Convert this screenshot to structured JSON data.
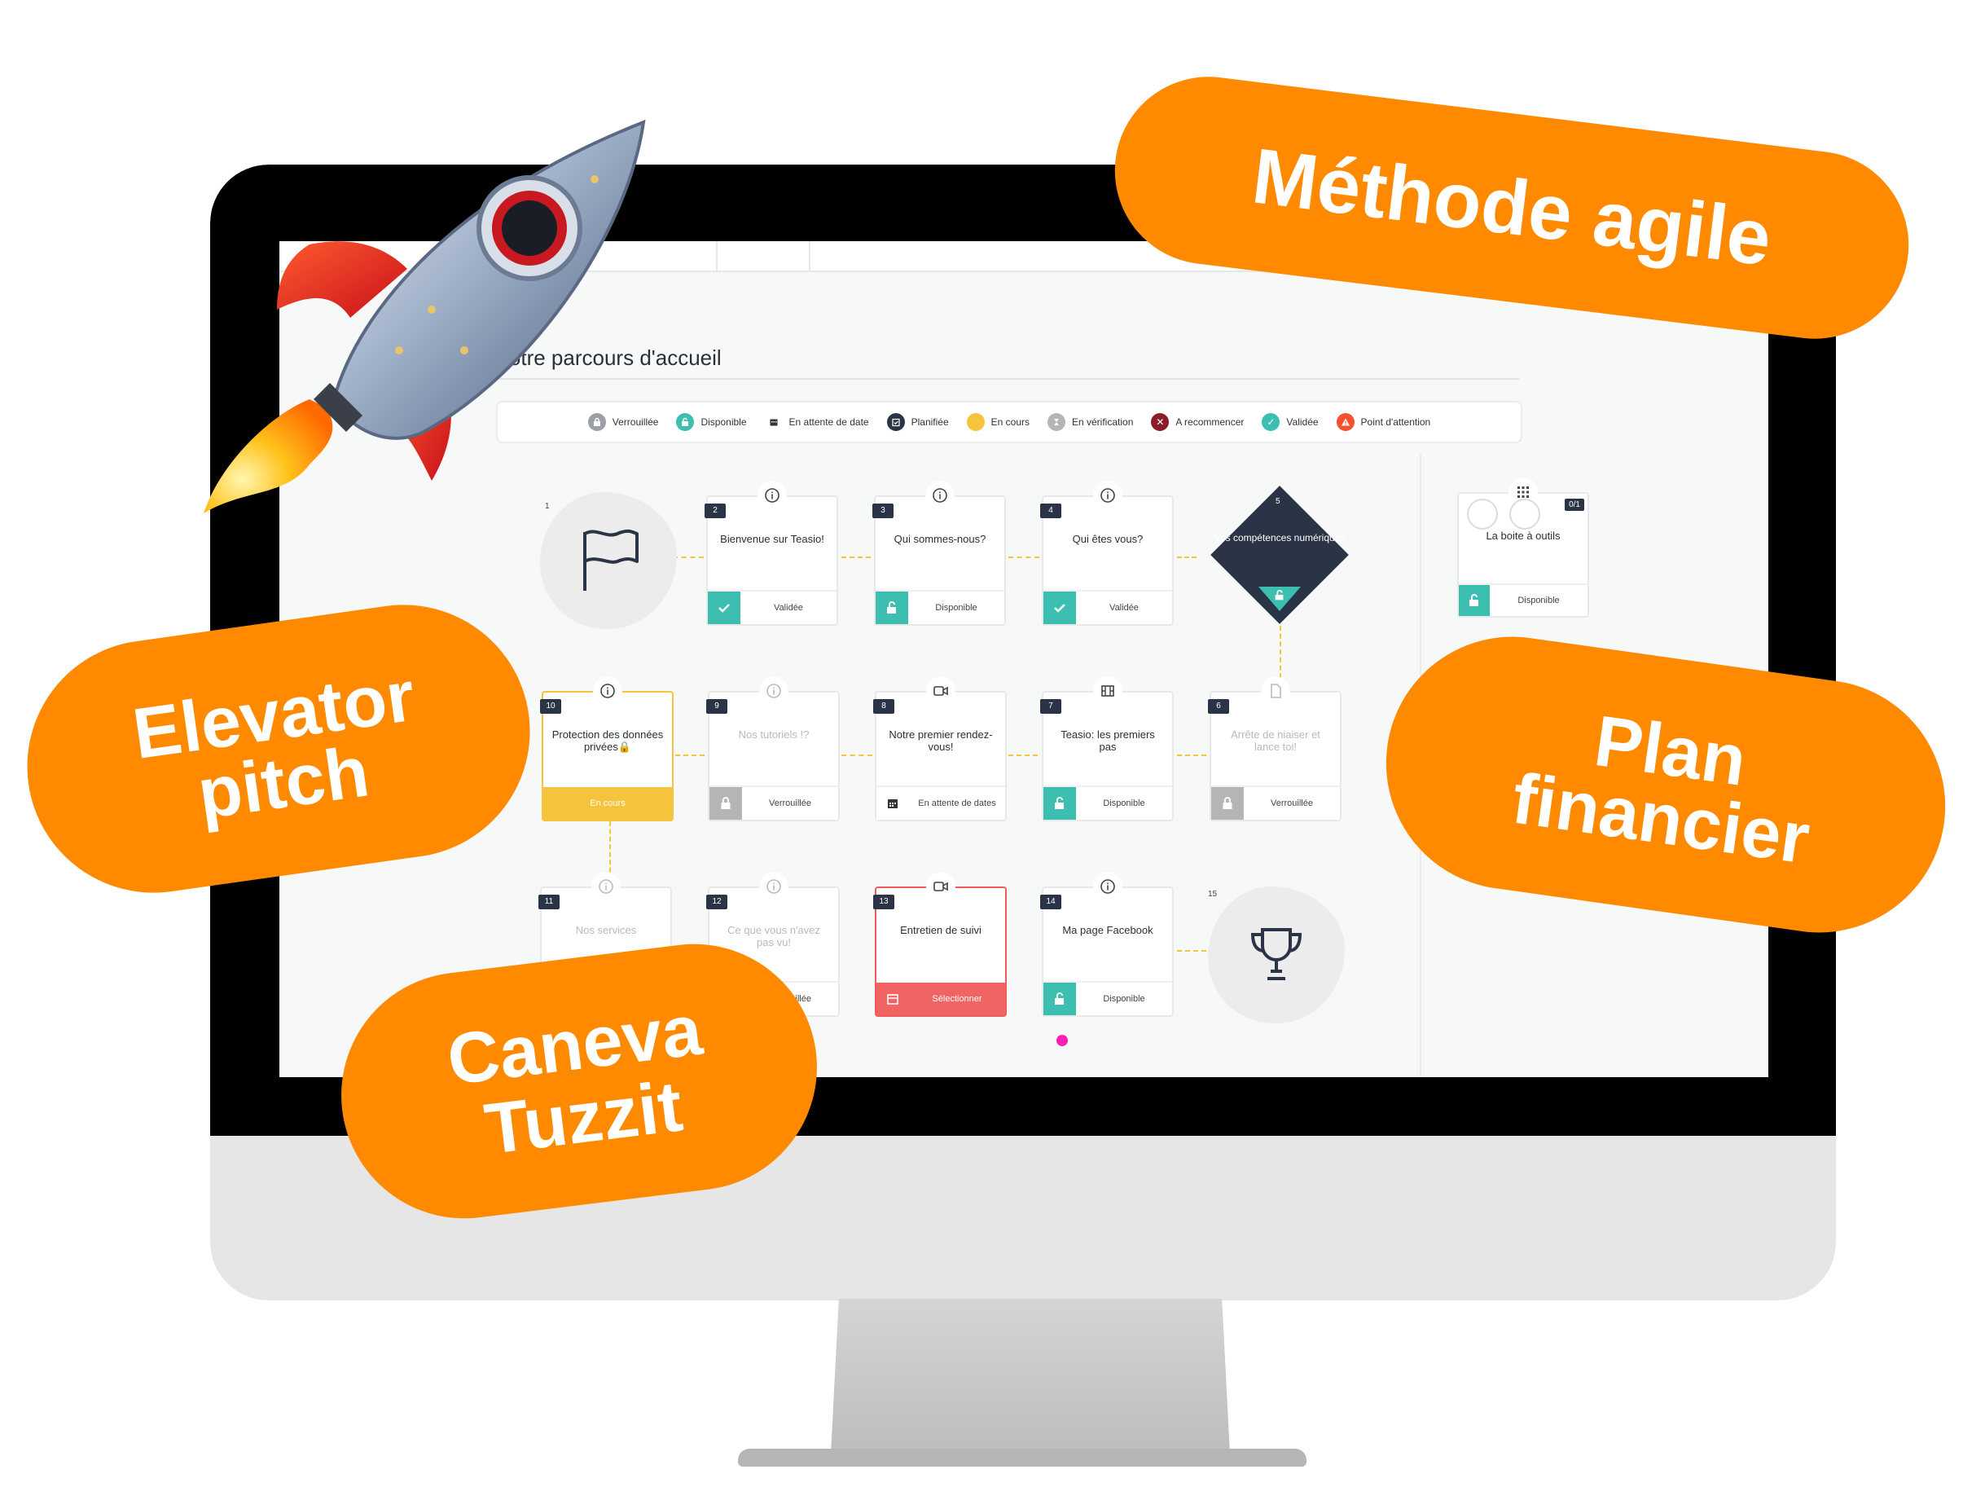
{
  "screen": {
    "page_title": "Votre parcours d'accueil",
    "legend": [
      {
        "label": "Verrouillée",
        "color": "#9aa0a6",
        "icon": "lock-icon"
      },
      {
        "label": "Disponible",
        "color": "#3cbfb0",
        "icon": "unlock-icon"
      },
      {
        "label": "En attente de date",
        "color": "#ffffff",
        "icon": "calendar-icon"
      },
      {
        "label": "Planifiée",
        "color": "#2b3446",
        "icon": "calendar-check-icon"
      },
      {
        "label": "En cours",
        "color": "#f6c33d",
        "icon": "dot-icon"
      },
      {
        "label": "En vérification",
        "color": "#b5b5b5",
        "icon": "hourglass-icon"
      },
      {
        "label": "A recommencer",
        "color": "#8b1c2a",
        "icon": "close-icon"
      },
      {
        "label": "Validée",
        "color": "#3cbfb0",
        "icon": "check-icon"
      },
      {
        "label": "Point d'attention",
        "color": "#f4512c",
        "icon": "warning-icon"
      }
    ],
    "nodes": {
      "n1": {
        "num": "1"
      },
      "n2": {
        "num": "2",
        "title": "Bienvenue sur Teasio!",
        "status": "Validée"
      },
      "n3": {
        "num": "3",
        "title": "Qui sommes-nous?",
        "status": "Disponible"
      },
      "n4": {
        "num": "4",
        "title": "Qui êtes vous?",
        "status": "Validée"
      },
      "n5": {
        "num": "5",
        "title": "Vos compétences numériques"
      },
      "n6": {
        "num": "6",
        "title": "Arrête de niaiser et lance toi!",
        "status": "Verrouillée"
      },
      "n7": {
        "num": "7",
        "title": "Teasio: les premiers pas",
        "status": "Disponible"
      },
      "n8": {
        "num": "8",
        "title": "Notre premier rendez-vous!",
        "status": "En attente de dates"
      },
      "n9": {
        "num": "9",
        "title": "Nos tutoriels !?",
        "status": "Verrouillée"
      },
      "n10": {
        "num": "10",
        "title": "Protection des données privées🔒",
        "status": "En cours"
      },
      "n11": {
        "num": "11",
        "title": "Nos services"
      },
      "n12": {
        "num": "12",
        "title": "Ce que vous n'avez pas vu!",
        "status": "Verrouillée"
      },
      "n13": {
        "num": "13",
        "title": "Entretien de suivi",
        "status": "Sélectionner"
      },
      "n14": {
        "num": "14",
        "title": "Ma page Facebook",
        "status": "Disponible"
      },
      "n15": {
        "num": "15"
      }
    },
    "toolbox": {
      "title": "La boite à outils",
      "badge": "0/1",
      "status": "Disponible"
    }
  },
  "pills": {
    "agile": "Méthode agile",
    "elevator_line1": "Elevator",
    "elevator_line2": "pitch",
    "plan_line1": "Plan",
    "plan_line2": "financier",
    "caneva_line1": "Caneva",
    "caneva_line2": "Tuzzit"
  },
  "colors": {
    "accent": "#ff8a00",
    "teal": "#3cbfb0",
    "navy": "#2b3446",
    "yellow": "#f6c33d",
    "red": "#f06464"
  }
}
